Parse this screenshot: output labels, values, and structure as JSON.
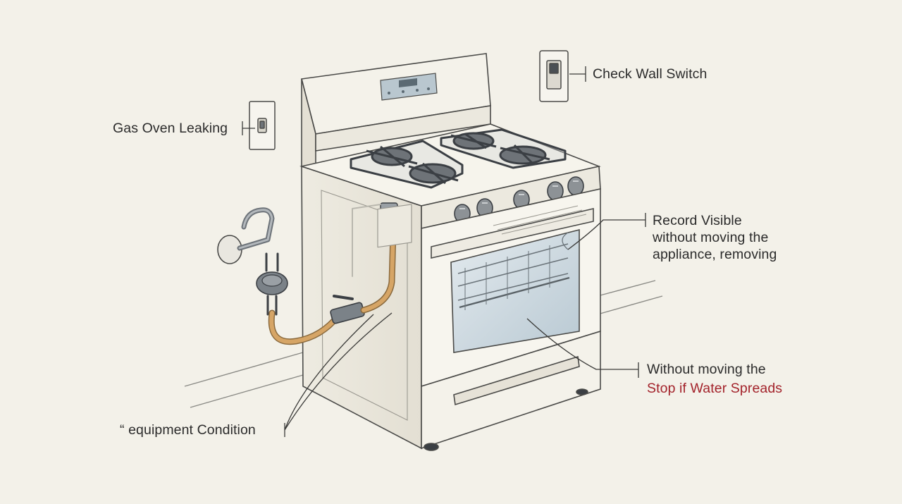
{
  "labels": {
    "gas_oven_leaking": "Gas Oven Leaking",
    "check_wall_switch": "Check Wall Switch",
    "record_visible": {
      "line1": "Record Visible",
      "line2": "without moving the",
      "line3": "appliance, removing"
    },
    "without_moving": {
      "line1": "Without moving the",
      "line2": "Stop if Water Spreads"
    },
    "equipment_condition": "“ equipment Condition"
  },
  "colors": {
    "background": "#f3f1e9",
    "ink": "#2b2b2b",
    "warning_text": "#a3232b",
    "gas_hose": "#d6a566",
    "appliance_body": "#f7f5ee",
    "oven_glass": "#c9d6de"
  },
  "icons": {
    "light_switch": "light-switch-icon",
    "wall_outlet_switch": "rocker-switch-icon",
    "gas_regulator": "gas-regulator-icon",
    "shutoff_valve": "valve-icon"
  }
}
